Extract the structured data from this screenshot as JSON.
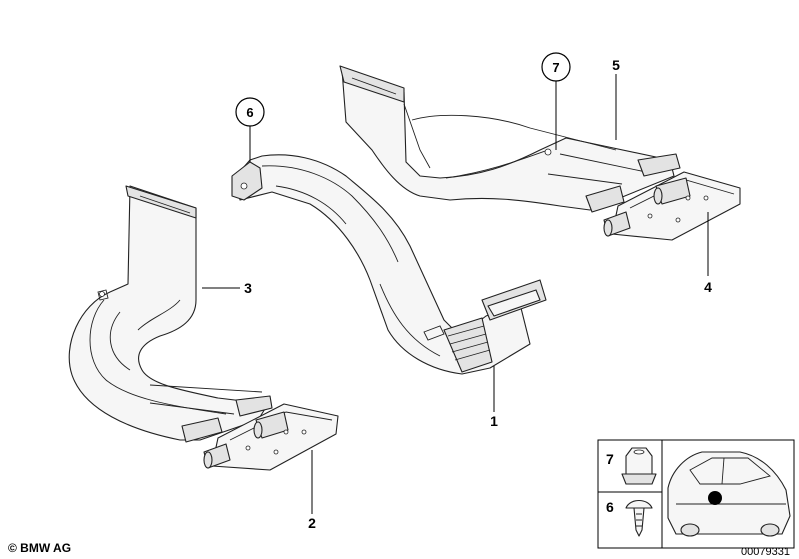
{
  "labels": {
    "part1": "1",
    "part2": "2",
    "part3": "3",
    "part4": "4",
    "part5": "5",
    "callout6": "6",
    "callout7": "7"
  },
  "legend": {
    "item7": "7",
    "item6": "6"
  },
  "footer": {
    "copyright": "© BMW AG",
    "doc_number": "00079331"
  }
}
